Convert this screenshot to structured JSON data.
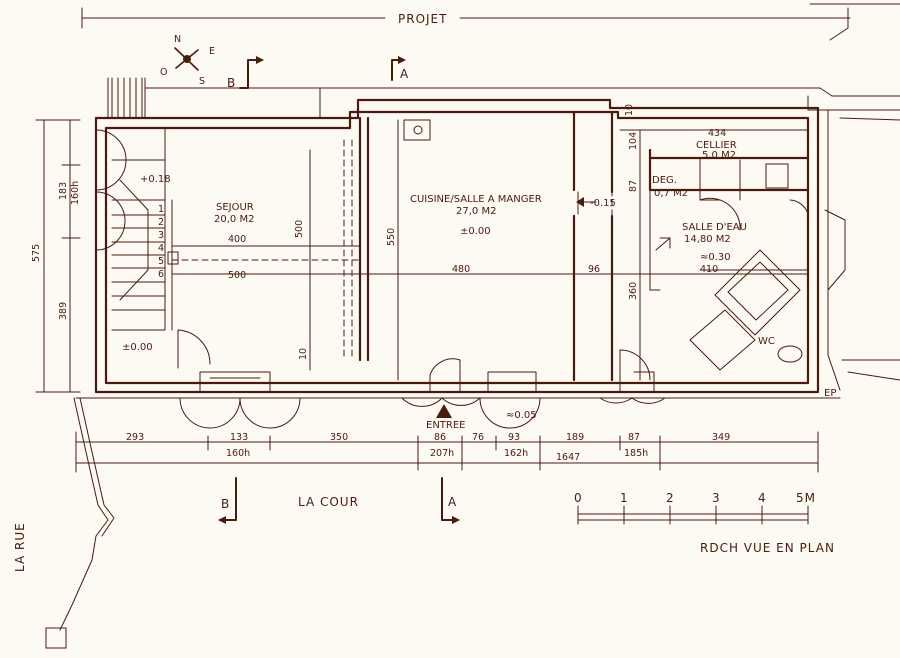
{
  "title": "PROJET",
  "subtitle": "RDCH VUE EN PLAN",
  "street": "LA RUE",
  "courtyard": "LA COUR",
  "entrance": "ENTREE",
  "compass": {
    "n": "N",
    "e": "E",
    "s": "S",
    "o": "O"
  },
  "sections": {
    "a": "A",
    "b": "B"
  },
  "ep": "EP",
  "rooms": {
    "sejour": {
      "name": "SEJOUR",
      "area": "20,0 M2",
      "level": "±0.00"
    },
    "cuisine": {
      "name": "CUISINE/SALLE A MANGER",
      "area": "27,0 M2",
      "level": "±0.00"
    },
    "cellier": {
      "name": "CELLIER",
      "area": "5,0 M2"
    },
    "deg": {
      "name": "DEG.",
      "area": "0,7 M2"
    },
    "salle_eau": {
      "name": "SALLE D'EAU",
      "area": "14,80 M2",
      "level": "≈0.30"
    },
    "wc": {
      "name": "WC"
    }
  },
  "levels": {
    "step": "+0.18",
    "kitchen_step": "-0.15",
    "entry_step": "≈0.05"
  },
  "stairs": [
    "1",
    "2",
    "3",
    "4",
    "5",
    "6"
  ],
  "dims": {
    "sejour_w": "400",
    "sejour_full": "500",
    "sejour_h": "500",
    "kitchen_h": "550",
    "kitchen_w": "480",
    "gap": "96",
    "bath_w": "410",
    "cellier_w": "434",
    "bath_h": "360",
    "cellier_h": "104",
    "deg_h": "87",
    "left_total": "575",
    "left_upper": "183",
    "left_door": "160h",
    "left_lower": "389",
    "wall_10": "10",
    "top_10": "10",
    "row1": [
      "293",
      "133",
      "350",
      "86",
      "76",
      "93",
      "189",
      "87",
      "349"
    ],
    "row2": [
      "160h",
      "207h",
      "162h",
      "1647",
      "185h"
    ]
  },
  "scale": {
    "ticks": [
      "0",
      "1",
      "2",
      "3",
      "4",
      "5M"
    ]
  }
}
